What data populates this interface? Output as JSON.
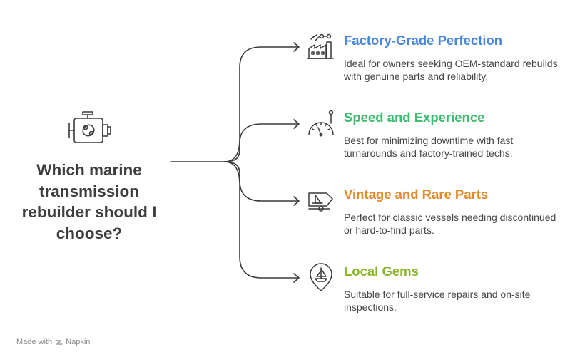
{
  "question": "Which marine transmission rebuilder should I choose?",
  "options": [
    {
      "title": "Factory-Grade Perfection",
      "description": "Ideal for owners seeking OEM-standard rebuilds with genuine parts and reliability.",
      "color": "#4a86d8",
      "icon": "factory-icon"
    },
    {
      "title": "Speed and Experience",
      "description": "Best for minimizing downtime with fast turnarounds and factory-trained techs.",
      "color": "#3dbb6e",
      "icon": "speedometer-icon"
    },
    {
      "title": "Vintage and Rare Parts",
      "description": "Perfect for classic vessels needing discontinued or hard-to-find parts.",
      "color": "#e38a2a",
      "icon": "boat-trailer-icon"
    },
    {
      "title": "Local Gems",
      "description": "Suitable for full-service repairs and on-site inspections.",
      "color": "#8bb52a",
      "icon": "sailboat-location-icon"
    }
  ],
  "center_icon": "engine-icon",
  "footer": {
    "made_with": "Made with",
    "brand": "Napkin"
  }
}
